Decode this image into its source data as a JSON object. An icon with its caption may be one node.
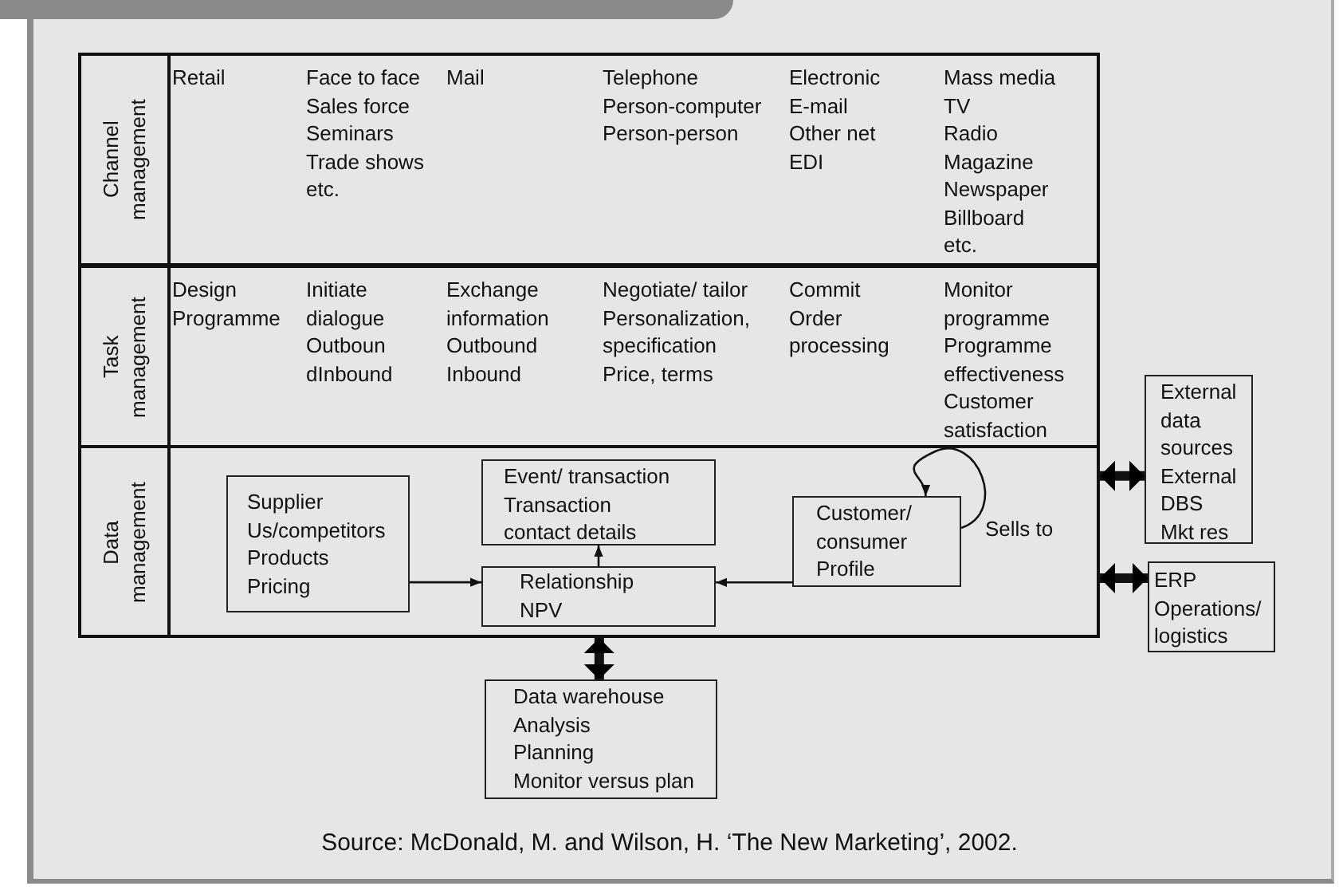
{
  "diagram": {
    "caption": "Source:  McDonald, M. and Wilson, H. ‘The New Marketing’, 2002.",
    "nodes": [
      {
        "text": [
          "Channel management"
        ]
      },
      {
        "text": [
          "Task management"
        ]
      },
      {
        "text": [
          "Data management"
        ]
      },
      {
        "text": [
          "Supplier",
          "Us/competitors",
          "Products",
          "Pricing"
        ],
        "in": 2
      },
      {
        "text": [
          "Event/ transaction",
          "Transaction",
          "contact details"
        ],
        "in": 2
      },
      {
        "text": [
          "Relationship",
          "NPV"
        ],
        "in": 2
      },
      {
        "text": [
          "Customer/",
          "consumer",
          "Profile"
        ],
        "in": 2
      },
      {
        "text": [
          "External",
          "data",
          "sources",
          "External",
          "DBS",
          "Mkt res"
        ]
      },
      {
        "text": [
          "ERP",
          "Operations/",
          "logistics"
        ]
      },
      {
        "text": [
          "Data warehouse",
          "Analysis",
          "Planning",
          "Monitor versus plan"
        ]
      }
    ],
    "edges": [
      {
        "from": 3,
        "to": 5,
        "arrow": "to"
      },
      {
        "from": 5,
        "to": 4,
        "arrow": "to"
      },
      {
        "from": 6,
        "to": 5,
        "arrow": "to"
      },
      {
        "from": 6,
        "to": 6,
        "arrow": "to",
        "label": "Sells to"
      },
      {
        "from": 2,
        "to": 7,
        "arrow": "both",
        "style": "thick"
      },
      {
        "from": 2,
        "to": 8,
        "arrow": "both",
        "style": "thick"
      },
      {
        "from": 2,
        "to": 9,
        "arrow": "both",
        "style": "thick"
      }
    ],
    "labels": [
      "Retail",
      "Face to face",
      "Sales force",
      "Seminars",
      "Trade shows",
      "etc.",
      "Mail",
      "Telephone",
      "Person-computer",
      "Person-person",
      "Electronic",
      "E-mail",
      "Other net",
      "EDI",
      "Mass media",
      "TV",
      "Radio",
      "Magazine",
      "Newspaper",
      "Billboard",
      "etc.",
      "Design",
      "Programme",
      "Initiate",
      "dialogue",
      "Outboun",
      "dInbound",
      "Exchange",
      "information",
      "Outbound",
      "Inbound",
      "Negotiate/ tailor",
      "Personalization,",
      "specification",
      "Price, terms",
      "Commit",
      "Order",
      "processing",
      "Monitor",
      "programme",
      "Programme",
      "effectiveness",
      "Customer",
      "satisfaction"
    ]
  }
}
